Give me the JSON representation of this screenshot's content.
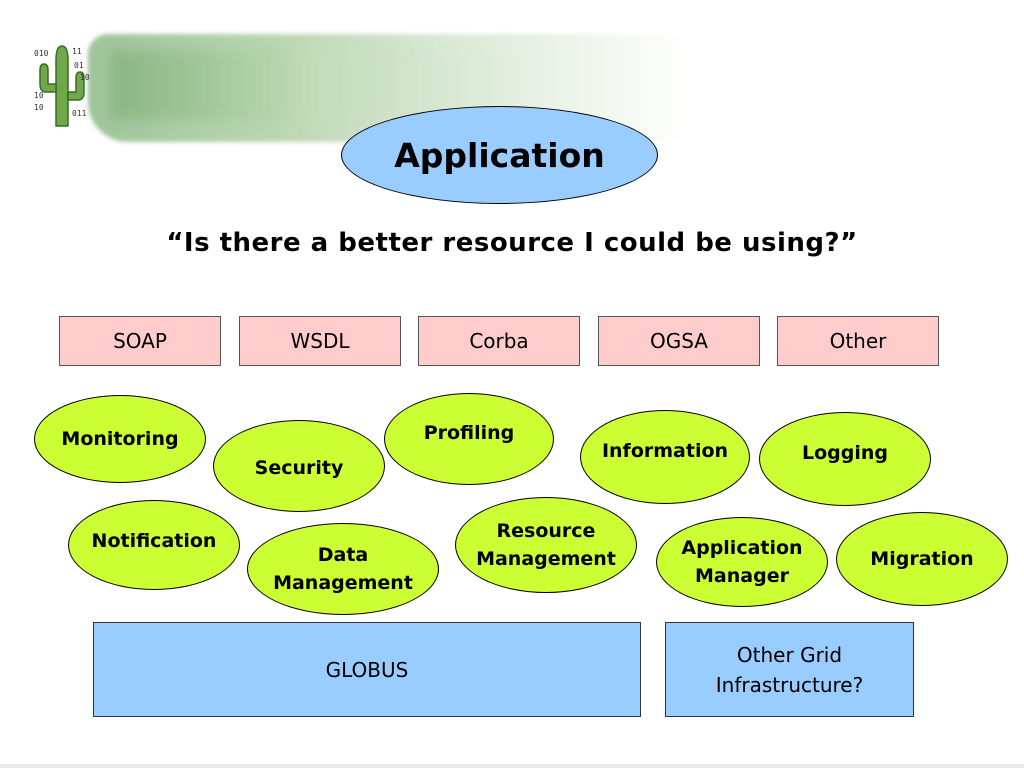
{
  "header": {
    "logo_digits": [
      "010",
      "11",
      "01",
      "10",
      "10",
      "10",
      "011"
    ]
  },
  "top_node": {
    "label": "Application"
  },
  "question": "“Is there a better resource I could be using?”",
  "protocols": [
    "SOAP",
    "WSDL",
    "Corba",
    "OGSA",
    "Other"
  ],
  "services": {
    "monitoring": "Monitoring",
    "security": "Security",
    "profiling": "Profiling",
    "information": "Information",
    "logging": "Logging",
    "notification": "Notification",
    "data_management_1": "Data",
    "data_management_2": "Management",
    "resource_management_1": "Resource",
    "resource_management_2": "Management",
    "application_manager_1": "Application",
    "application_manager_2": "Manager",
    "migration": "Migration"
  },
  "infrastructure": {
    "globus": "GLOBUS",
    "other_1": "Other Grid",
    "other_2": "Infrastructure?"
  },
  "colors": {
    "application_fill": "#99ccff",
    "protocol_fill": "#ffcccc",
    "service_fill": "#ccff33",
    "infrastructure_fill": "#99ccff"
  }
}
